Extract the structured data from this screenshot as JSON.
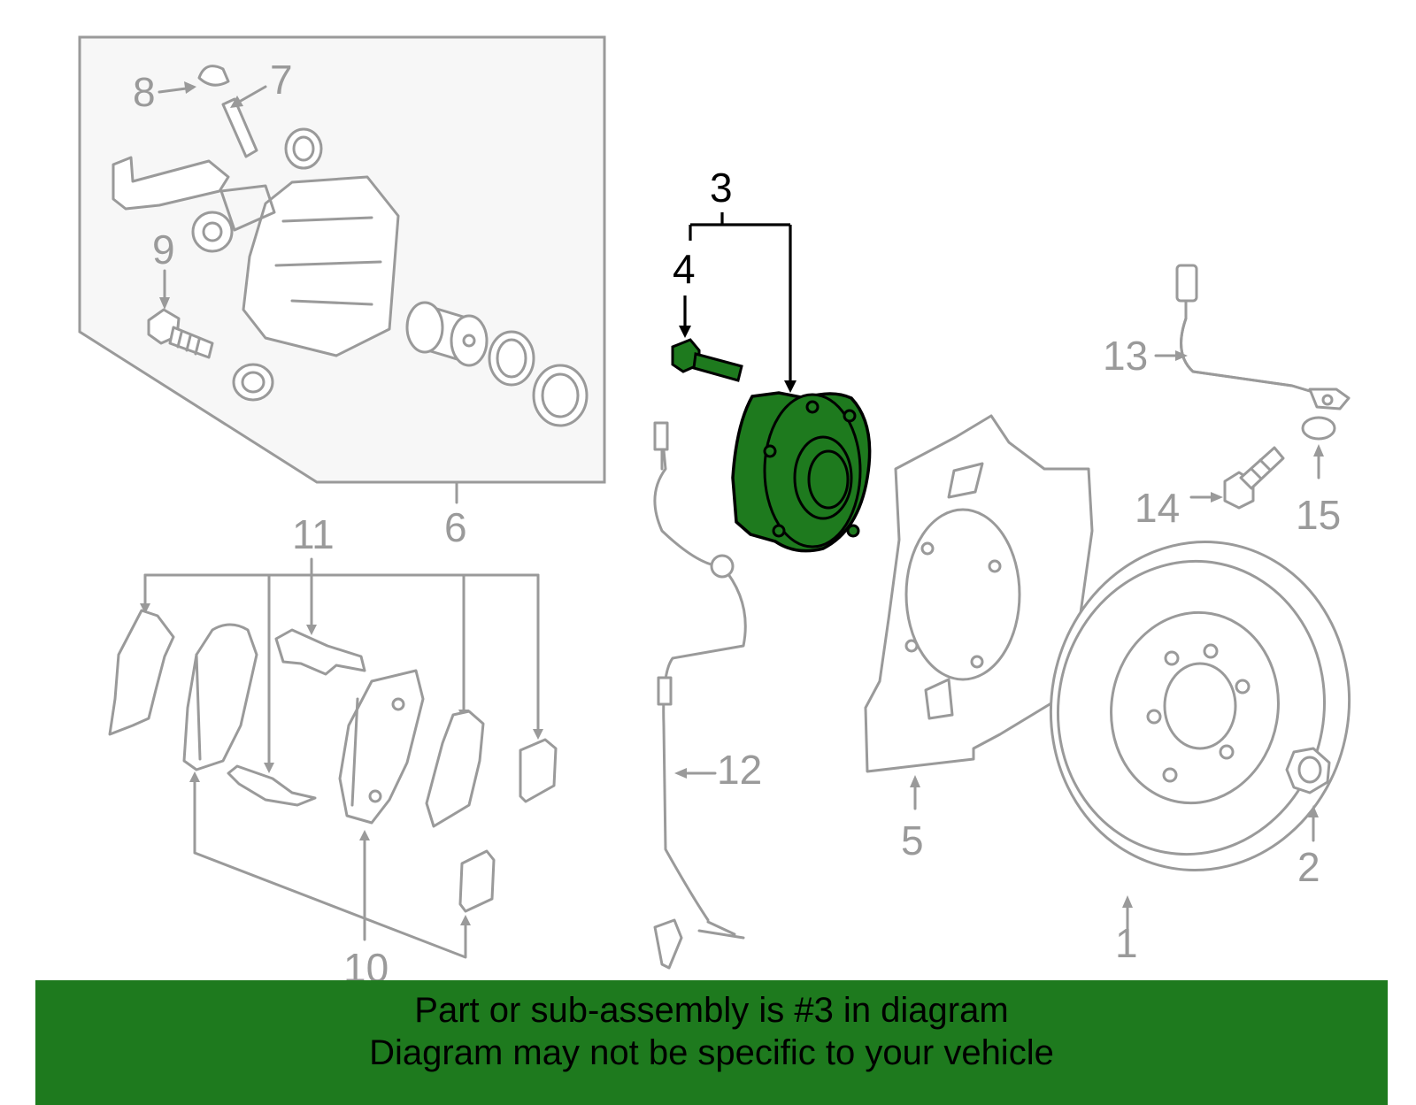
{
  "callouts": {
    "c1": "1",
    "c2": "2",
    "c3": "3",
    "c4": "4",
    "c5": "5",
    "c6": "6",
    "c7": "7",
    "c8": "8",
    "c9": "9",
    "c10": "10",
    "c11": "11",
    "c12": "12",
    "c13": "13",
    "c14": "14",
    "c15": "15"
  },
  "highlight_color": "#1e7a1e",
  "banner": {
    "line1": "Part or sub-assembly is #3 in diagram",
    "line2": "Diagram may not be specific to your vehicle"
  }
}
